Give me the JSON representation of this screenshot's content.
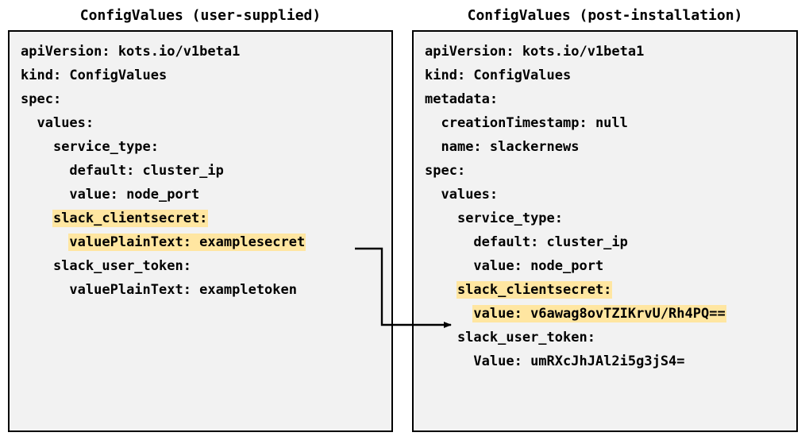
{
  "panels": [
    {
      "id": "user-supplied",
      "title": "ConfigValues (user-supplied)",
      "lines": [
        {
          "text": "apiVersion: kots.io/v1beta1",
          "highlight": false
        },
        {
          "text": "kind: ConfigValues",
          "highlight": false
        },
        {
          "text": "spec:",
          "highlight": false
        },
        {
          "text": "  values:",
          "highlight": false
        },
        {
          "text": "    service_type:",
          "highlight": false
        },
        {
          "text": "      default: cluster_ip",
          "highlight": false
        },
        {
          "text": "      value: node_port",
          "highlight": false
        },
        {
          "text": "    slack_clientsecret:",
          "highlight": true
        },
        {
          "text": "      valuePlainText: examplesecret",
          "highlight": true
        },
        {
          "text": "    slack_user_token:",
          "highlight": false
        },
        {
          "text": "      valuePlainText: exampletoken",
          "highlight": false
        }
      ]
    },
    {
      "id": "post-installation",
      "title": "ConfigValues (post-installation)",
      "lines": [
        {
          "text": "apiVersion: kots.io/v1beta1",
          "highlight": false
        },
        {
          "text": "kind: ConfigValues",
          "highlight": false
        },
        {
          "text": "metadata:",
          "highlight": false
        },
        {
          "text": "  creationTimestamp: null",
          "highlight": false
        },
        {
          "text": "  name: slackernews",
          "highlight": false
        },
        {
          "text": "spec:",
          "highlight": false
        },
        {
          "text": "  values:",
          "highlight": false
        },
        {
          "text": "    service_type:",
          "highlight": false
        },
        {
          "text": "      default: cluster_ip",
          "highlight": false
        },
        {
          "text": "      value: node_port",
          "highlight": false
        },
        {
          "text": "    slack_clientsecret:",
          "highlight": true
        },
        {
          "text": "      value: v6awag8ovTZIKrvU/Rh4PQ==",
          "highlight": true
        },
        {
          "text": "    slack_user_token:",
          "highlight": false
        },
        {
          "text": "      Value: umRXcJhJAl2i5g3jS4=",
          "highlight": false
        }
      ]
    }
  ],
  "connector": {
    "label": "examplesecret-to-encrypted-value-arrow"
  },
  "colors": {
    "highlight": "#ffe6a1",
    "panel_background": "#f2f2f2",
    "border": "#000000",
    "text": "#000000"
  }
}
